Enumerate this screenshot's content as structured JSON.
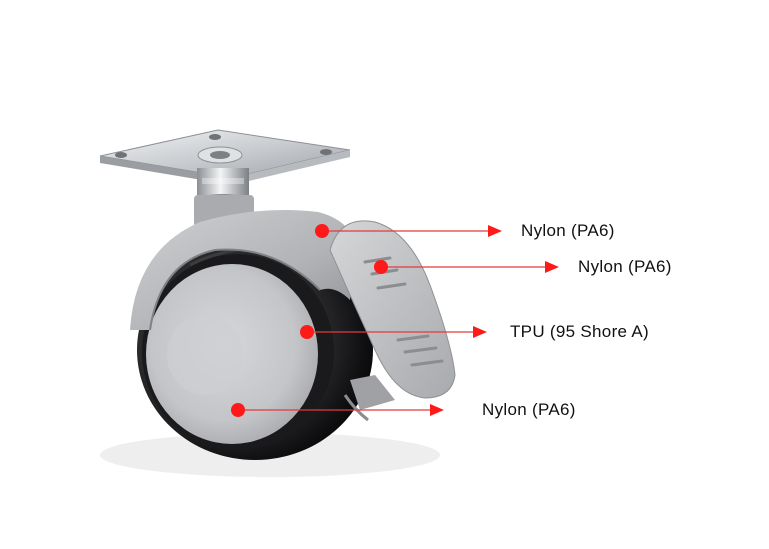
{
  "image": {
    "subject": "swivel-caster-wheel-with-brake",
    "marker_color": "#ff1a1a",
    "line_color": "#e23a3a"
  },
  "callouts": [
    {
      "label": "Nylon (PA6)"
    },
    {
      "label": "Nylon (PA6)"
    },
    {
      "label": "TPU (95 Shore A)"
    },
    {
      "label": "Nylon (PA6)"
    }
  ]
}
